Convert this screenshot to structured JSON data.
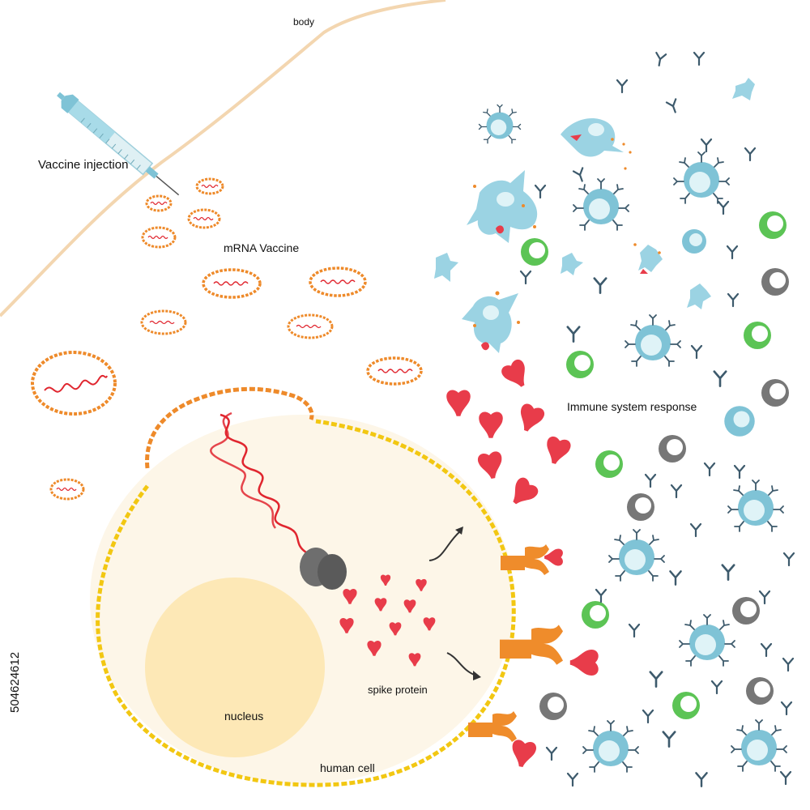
{
  "labels": {
    "body": "body",
    "vaccine_injection": "Vaccine injection",
    "mrna_vaccine": "mRNA Vaccine",
    "immune_response": "Immune system response",
    "spike_protein": "spike protein",
    "nucleus": "nucleus",
    "human_cell": "human cell",
    "stock_id": "504624612"
  },
  "colors": {
    "skin_line": "#f3d6b0",
    "vaccine_shell": "#ee8a2a",
    "mrna_strand": "#e0262f",
    "cell_membrane": "#f2c712",
    "cell_fill": "#fdf6e8",
    "nucleus_fill": "#fde8b6",
    "ribosome": "#6e6e6e",
    "spike": "#e83c4a",
    "receptor": "#ef8c2b",
    "immune_blue": "#7fc3d6",
    "immune_light": "#dff3f7",
    "green_cell": "#5cc455",
    "gray_cell": "#777777",
    "antibody": "#3d5a6c"
  },
  "icons": {
    "syringe": "syringe-icon",
    "ribosome": "ribosome-icon",
    "antibody": "antibody-icon"
  }
}
